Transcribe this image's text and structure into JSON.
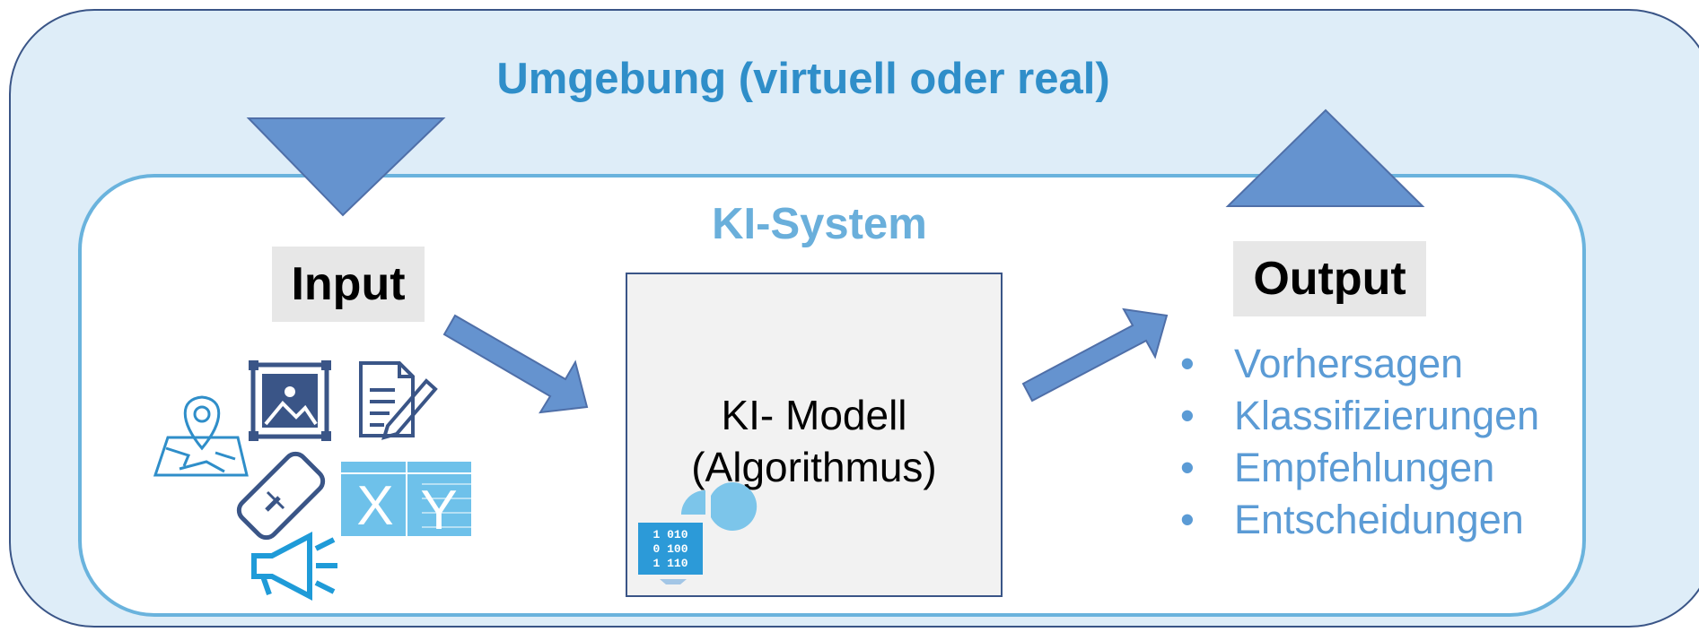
{
  "environment": {
    "title": "Umgebung (virtuell oder real)"
  },
  "system": {
    "title": "KI-System"
  },
  "input": {
    "label": "Input"
  },
  "output": {
    "label": "Output",
    "bullet": "•",
    "items": [
      "Vorhersagen",
      "Klassifizierungen",
      "Empfehlungen",
      "Entscheidungen"
    ]
  },
  "model": {
    "line1": "KI- Modell",
    "line2": "(Algorithmus)"
  },
  "icons": {
    "xy_table": {
      "x": "X",
      "y": "Y"
    },
    "binary": [
      "1 010",
      "0 100",
      "1 110"
    ]
  },
  "colors": {
    "environment_bg": "#deedf8",
    "environment_border": "#3a5587",
    "system_border": "#6ab3dd",
    "arrow_fill": "#6593cf",
    "title_blue": "#2f8ec9",
    "list_blue": "#5b9bd5"
  }
}
